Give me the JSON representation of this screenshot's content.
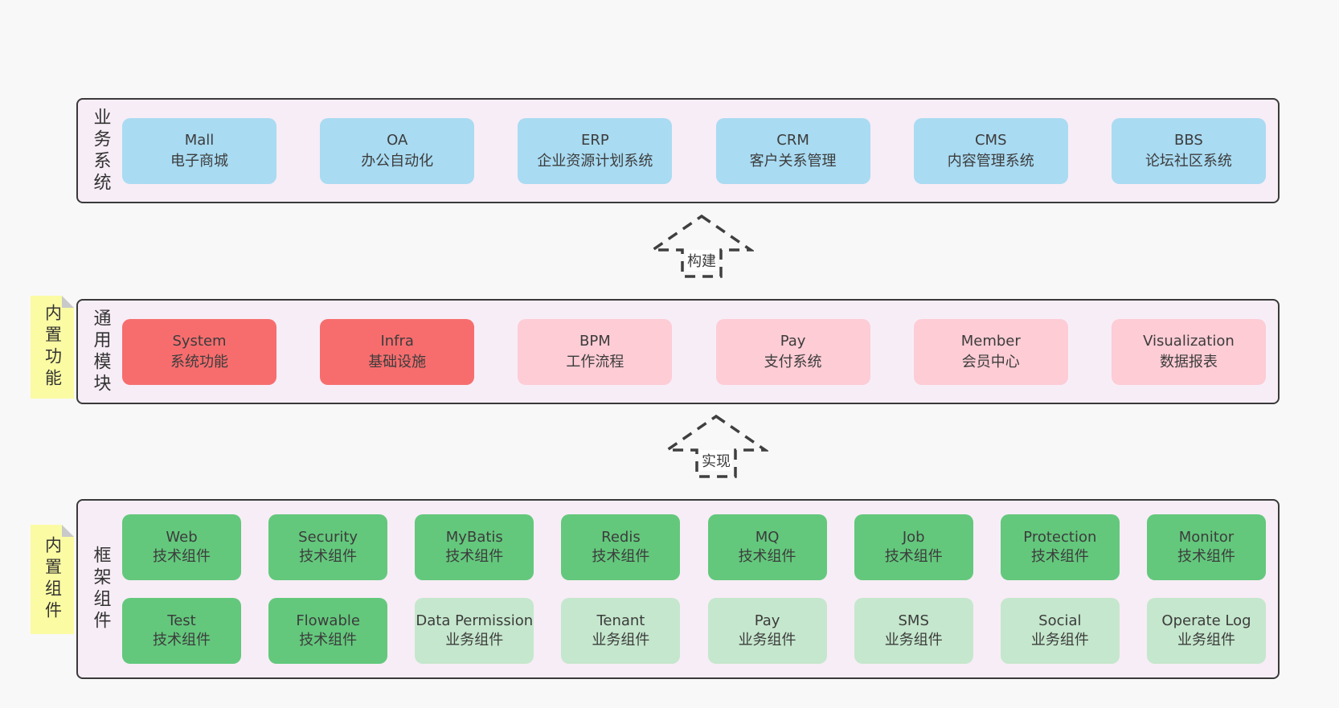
{
  "colors": {
    "page_bg": "#f8f8f8",
    "panel_bg": "#f7edf6",
    "panel_border": "#3a3a3a",
    "blue": "#a9dbf2",
    "red": "#f76d6e",
    "pink": "#fdccd5",
    "green_dark": "#63c87c",
    "green_light": "#c5e7cd",
    "sticky_yellow": "#fbfba3",
    "sticky_fold": "#c9c9c9"
  },
  "arrows": {
    "build": {
      "label": "构建"
    },
    "implement": {
      "label": "实现"
    }
  },
  "sections": {
    "business": {
      "label": "业务系统",
      "items": [
        {
          "name": "Mall",
          "desc": "电子商城"
        },
        {
          "name": "OA",
          "desc": "办公自动化"
        },
        {
          "name": "ERP",
          "desc": "企业资源计划系统"
        },
        {
          "name": "CRM",
          "desc": "客户关系管理"
        },
        {
          "name": "CMS",
          "desc": "内容管理系统"
        },
        {
          "name": "BBS",
          "desc": "论坛社区系统"
        }
      ]
    },
    "modules": {
      "label": "通用模块",
      "sticky": "内置功能",
      "items": [
        {
          "name": "System",
          "desc": "系统功能"
        },
        {
          "name": "Infra",
          "desc": "基础设施"
        },
        {
          "name": "BPM",
          "desc": "工作流程"
        },
        {
          "name": "Pay",
          "desc": "支付系统"
        },
        {
          "name": "Member",
          "desc": "会员中心"
        },
        {
          "name": "Visualization",
          "desc": "数据报表"
        }
      ]
    },
    "components": {
      "label": "框架组件",
      "sticky": "内置组件",
      "row1": [
        {
          "name": "Web",
          "desc": "技术组件"
        },
        {
          "name": "Security",
          "desc": "技术组件"
        },
        {
          "name": "MyBatis",
          "desc": "技术组件"
        },
        {
          "name": "Redis",
          "desc": "技术组件"
        },
        {
          "name": "MQ",
          "desc": "技术组件"
        },
        {
          "name": "Job",
          "desc": "技术组件"
        },
        {
          "name": "Protection",
          "desc": "技术组件"
        },
        {
          "name": "Monitor",
          "desc": "技术组件"
        }
      ],
      "row2": [
        {
          "name": "Test",
          "desc": "技术组件"
        },
        {
          "name": "Flowable",
          "desc": "技术组件"
        },
        {
          "name": "Data Permission",
          "desc": "业务组件"
        },
        {
          "name": "Tenant",
          "desc": "业务组件"
        },
        {
          "name": "Pay",
          "desc": "业务组件"
        },
        {
          "name": "SMS",
          "desc": "业务组件"
        },
        {
          "name": "Social",
          "desc": "业务组件"
        },
        {
          "name": "Operate Log",
          "desc": "业务组件"
        }
      ]
    }
  }
}
